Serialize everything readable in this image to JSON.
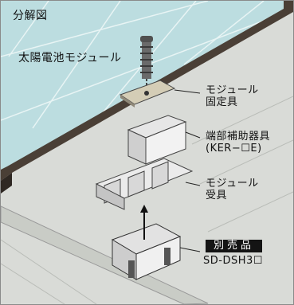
{
  "diagram": {
    "title": "分解図",
    "labels": {
      "solar_module": "太陽電池モジュール",
      "module_fixture_l1": "モジュール",
      "module_fixture_l2": "固定具",
      "end_aux_l1": "端部補助器具",
      "end_aux_l2": "(KER−☐E)",
      "module_receiver_l1": "モジュール",
      "module_receiver_l2": "受具",
      "sold_separately": "別売品",
      "separate_model": "SD-DSH3☐"
    },
    "colors": {
      "panel_glass": "#bcdde0",
      "panel_grid": "#e8f4f4",
      "frame": "#4a3f36",
      "roof": "#d9dbd7",
      "badge_bg": "#141414"
    }
  }
}
